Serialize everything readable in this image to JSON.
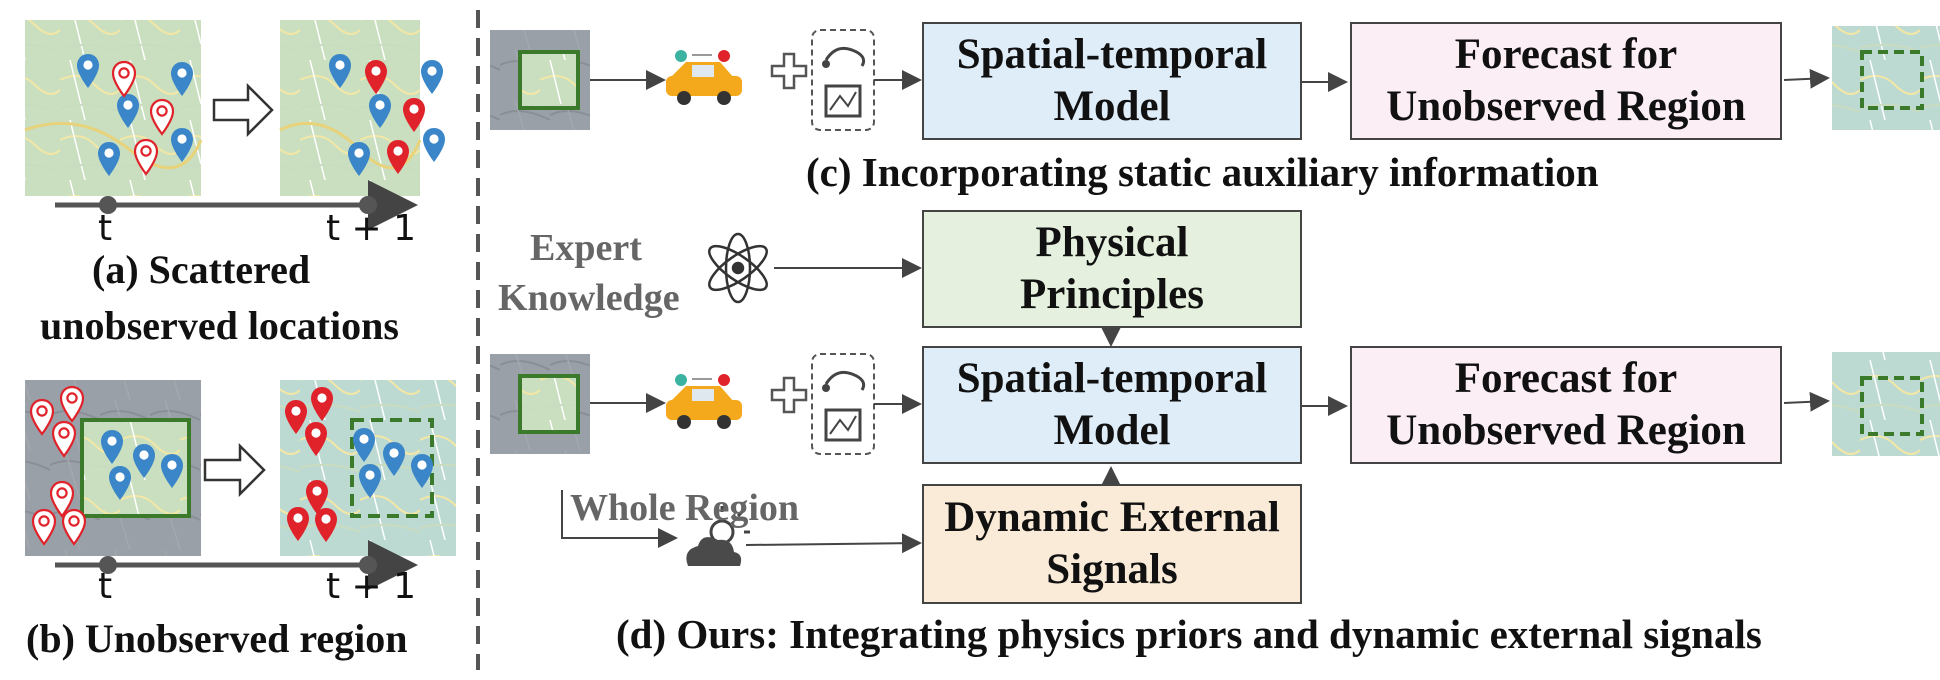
{
  "panel_a": {
    "caption_line1": "(a) Scattered",
    "caption_line2": "unobserved locations",
    "tick_t": "t",
    "tick_t1": "t + 1"
  },
  "panel_b": {
    "caption": "(b) Unobserved region",
    "tick_t": "t",
    "tick_t1": "t + 1"
  },
  "panel_c": {
    "box_model_line1": "Spatial-temporal",
    "box_model_line2": "Model",
    "box_forecast_line1": "Forecast for",
    "box_forecast_line2": "Unobserved Region",
    "caption": "(c) Incorporating static auxiliary information"
  },
  "panel_d": {
    "expert_line1": "Expert",
    "expert_line2": "Knowledge",
    "box_physical_line1": "Physical",
    "box_physical_line2": "Principles",
    "box_model_line1": "Spatial-temporal",
    "box_model_line2": "Model",
    "box_forecast_line1": "Forecast for",
    "box_forecast_line2": "Unobserved Region",
    "whole_region": "Whole Region",
    "box_dynamic_line1": "Dynamic External",
    "box_dynamic_line2": "Signals",
    "caption": "(d) Ours: Integrating physics priors and dynamic external signals"
  },
  "colors": {
    "model_box": "#dfedf8",
    "forecast_box": "#fbeef5",
    "physical_box": "#e5f1de",
    "dynamic_box": "#faebd8",
    "observed_pin": "#3a86c8",
    "unobserved_pin": "#e0222a",
    "region_border": "#3a7a2a"
  },
  "icons": [
    "location-pin-icon",
    "hollow-pin-icon",
    "arrow-right-icon",
    "taxi-icon",
    "plus-icon",
    "route-map-icon",
    "atom-icon",
    "cloud-sun-icon",
    "map-thumbnail-icon"
  ]
}
